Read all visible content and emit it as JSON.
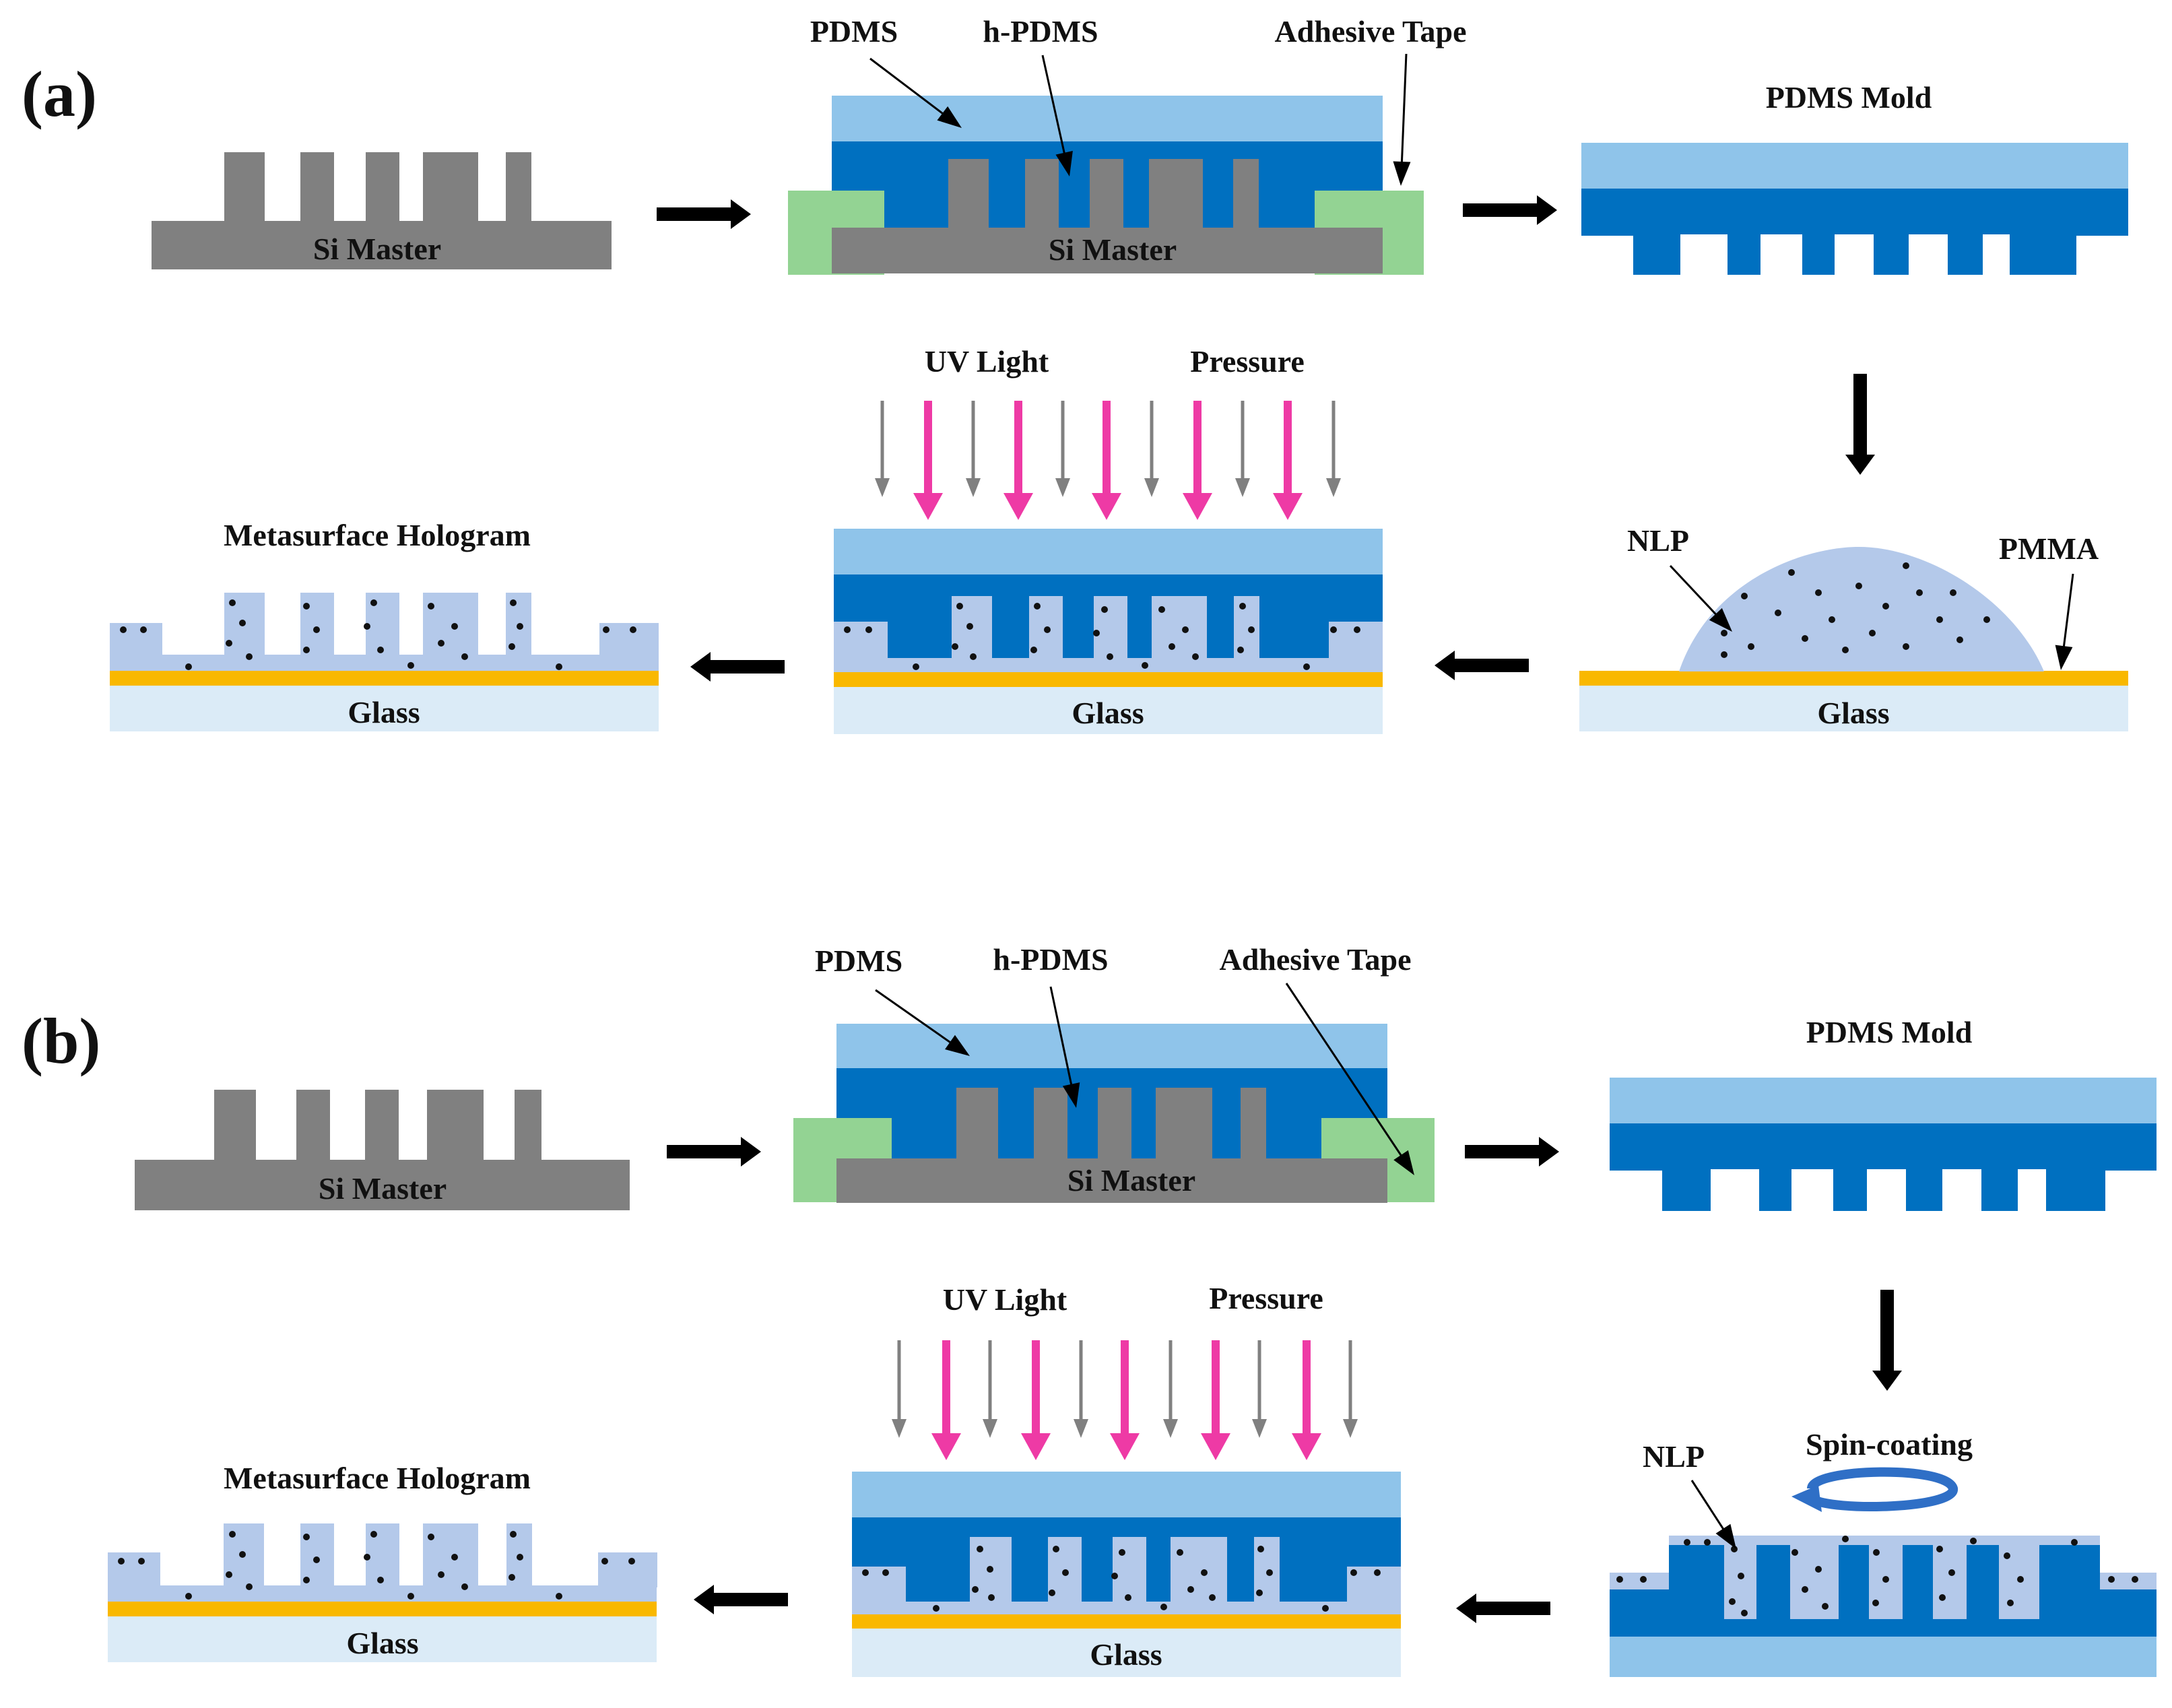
{
  "colors": {
    "si": "#808080",
    "pdms": "#8fc4ea",
    "hpdms": "#0070c0",
    "tape": "#93d393",
    "nlp": "#b4c9ea",
    "pmma": "#f9b800",
    "glass": "#dbebf7",
    "uv": "#ee3aa5",
    "pressure": "#808080",
    "arrow": "#000000",
    "spin": "#2f6fc6"
  },
  "icons": {
    "process_arrow": "process-arrow-icon",
    "uv_arrow": "uv-arrow-icon",
    "pressure_arrow": "pressure-arrow-icon",
    "spin": "spin-coating-arrow-icon"
  },
  "panel_a": {
    "tag": "(a)",
    "step1": {
      "si_master": "Si Master"
    },
    "step2": {
      "pdms": "PDMS",
      "hpdms": "h-PDMS",
      "tape": "Adhesive Tape",
      "si_master": "Si Master"
    },
    "step3": {
      "mold": "PDMS Mold"
    },
    "step4": {
      "nlp": "NLP",
      "pmma": "PMMA",
      "glass": "Glass"
    },
    "step5": {
      "uv": "UV Light",
      "pressure": "Pressure",
      "glass": "Glass"
    },
    "step6": {
      "title": "Metasurface Hologram",
      "glass": "Glass"
    }
  },
  "panel_b": {
    "tag": "(b)",
    "step1": {
      "si_master": "Si Master"
    },
    "step2": {
      "pdms": "PDMS",
      "hpdms": "h-PDMS",
      "tape": "Adhesive Tape",
      "si_master": "Si Master"
    },
    "step3": {
      "mold": "PDMS Mold"
    },
    "step4": {
      "nlp": "NLP",
      "spin": "Spin-coating"
    },
    "step5": {
      "uv": "UV Light",
      "pressure": "Pressure",
      "glass": "Glass"
    },
    "step6": {
      "title": "Metasurface Hologram",
      "glass": "Glass"
    }
  }
}
